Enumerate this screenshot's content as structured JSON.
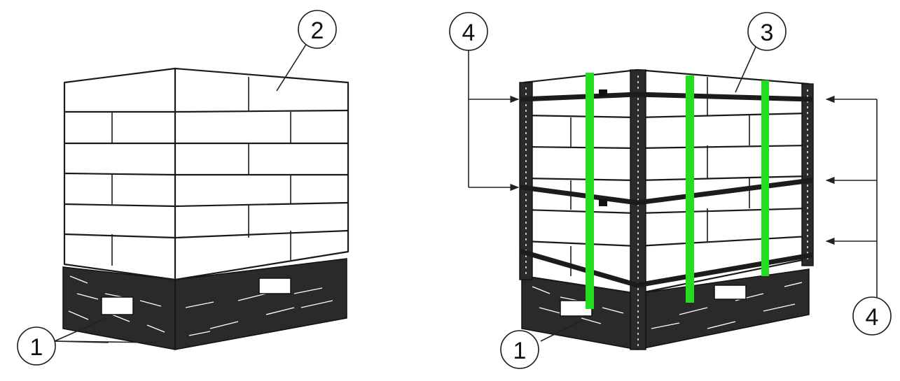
{
  "callouts": {
    "left_pallet": "1",
    "left_top": "2",
    "right_arrows_left": "4",
    "right_strap": "3",
    "right_pallet": "1",
    "right_arrows_right": "4"
  },
  "colors": {
    "vertical_strap": "#22dd22",
    "ink": "#1a1a1a",
    "background": "#ffffff"
  }
}
